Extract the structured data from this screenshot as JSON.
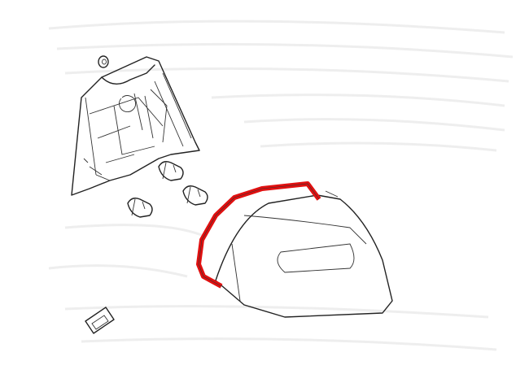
{
  "diagram": {
    "colors": {
      "highlight": "#e01010",
      "line": "#222222",
      "background": "#ffffff"
    },
    "parts": [
      "lamp-housing-rear",
      "nut",
      "bulb-1",
      "bulb-2",
      "bulb-3",
      "seal-gasket",
      "tail-light-lens",
      "label-sticker"
    ]
  }
}
